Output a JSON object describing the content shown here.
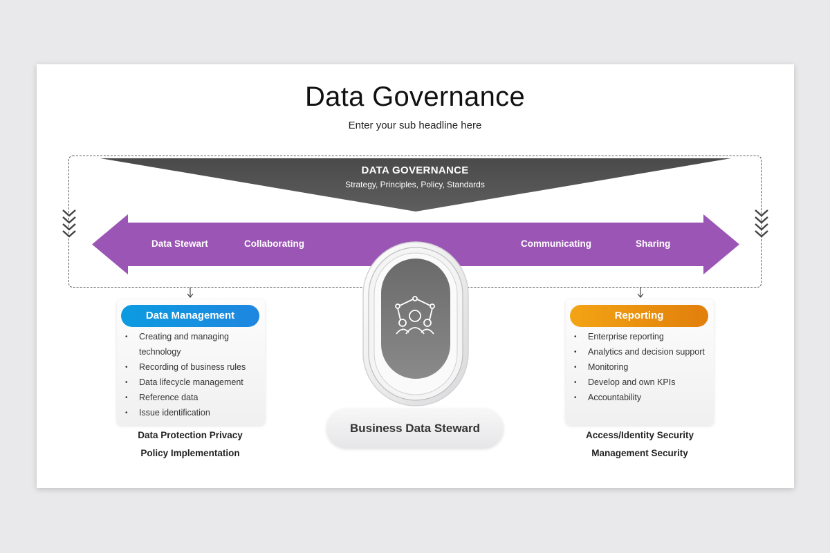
{
  "title": "Data Governance",
  "subtitle": "Enter your sub headline here",
  "governance": {
    "title": "DATA GOVERNANCE",
    "subtitle": "Strategy, Principles, Policy, Standards",
    "color": "#555555"
  },
  "arrow": {
    "color": "#9b55b5",
    "labels": [
      "Data Stewart",
      "Collaborating",
      "Communicating",
      "Sharing"
    ]
  },
  "center": {
    "icon": "team-leader-icon",
    "label": "Business Data Steward"
  },
  "cards": [
    {
      "header": "Data Management",
      "accent": "#1690df",
      "items": [
        "Creating and managing technology",
        "Recording of business rules",
        "Data lifecycle management",
        "Reference data",
        "Issue identification"
      ],
      "footer_line1": "Data Protection  Privacy",
      "footer_line2": "Policy Implementation"
    },
    {
      "header": "Reporting",
      "accent": "#e98d10",
      "items": [
        "Enterprise reporting",
        "Analytics and decision support",
        "Monitoring",
        "Develop and own KPIs",
        "Accountability"
      ],
      "footer_line1": "Access/Identity  Security",
      "footer_line2": "Management Security"
    }
  ]
}
